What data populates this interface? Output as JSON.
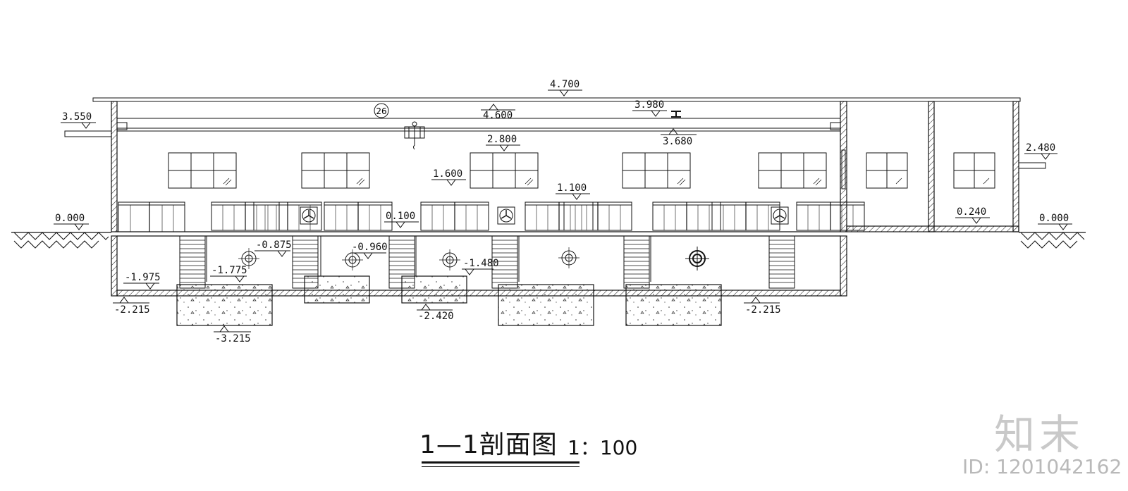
{
  "drawing": {
    "title": "1—1剖面图",
    "scale": "1：100",
    "grid_marker": "26",
    "elevations": [
      {
        "id": "e4700",
        "text": "4.700"
      },
      {
        "id": "e4600",
        "text": "4.600"
      },
      {
        "id": "e3980",
        "text": "3.980"
      },
      {
        "id": "e3680",
        "text": "3.680"
      },
      {
        "id": "e3550",
        "text": "3.550"
      },
      {
        "id": "e2800",
        "text": "2.800"
      },
      {
        "id": "e2480",
        "text": "2.480"
      },
      {
        "id": "e1600",
        "text": "1.600"
      },
      {
        "id": "e1100",
        "text": "1.100"
      },
      {
        "id": "e0240",
        "text": "0.240"
      },
      {
        "id": "e0100",
        "text": "0.100"
      },
      {
        "id": "e0000l",
        "text": "0.000"
      },
      {
        "id": "e0000r",
        "text": "0.000"
      },
      {
        "id": "em0875",
        "text": "-0.875"
      },
      {
        "id": "em0960",
        "text": "-0.960"
      },
      {
        "id": "em1480",
        "text": "-1.480"
      },
      {
        "id": "em1775",
        "text": "-1.775"
      },
      {
        "id": "em1975",
        "text": "-1.975"
      },
      {
        "id": "em2215l",
        "text": "-2.215"
      },
      {
        "id": "em2215r",
        "text": "-2.215"
      },
      {
        "id": "em2420",
        "text": "-2.420"
      },
      {
        "id": "em3215",
        "text": "-3.215"
      }
    ]
  },
  "watermark": {
    "brand": "知末",
    "id_label": "ID: 1201042162"
  }
}
